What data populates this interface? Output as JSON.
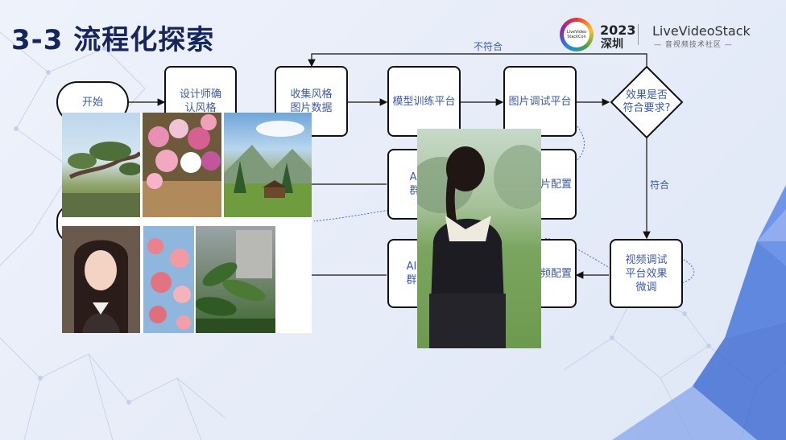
{
  "slide": {
    "title": "3-3 流程化探索"
  },
  "header": {
    "logo_badge": "LiveVideo StackCon",
    "event_year": "2023",
    "event_city": "深圳",
    "brand_name": "LiveVideoStack",
    "brand_subtitle": "— 音视频技术社区 —"
  },
  "flowchart": {
    "start": "开始",
    "designer_confirm": "设计师确认风格",
    "collect_images": "收集风格图片数据",
    "model_training": "模型训练平台",
    "image_debug": "图片调试平台",
    "decision": "效果是否符合要求?",
    "ai_group_1": "AI群",
    "image_config": "片配置",
    "ai_group_2": "AI群",
    "video_config": "频配置",
    "video_debug": "视频调试平台效果微调",
    "label_no": "不符合",
    "label_yes": "符合"
  },
  "colors": {
    "title": "#16255c",
    "node_text": "#3c5aa6",
    "node_border": "#111111",
    "accent_blue": "#3f6fd8"
  }
}
